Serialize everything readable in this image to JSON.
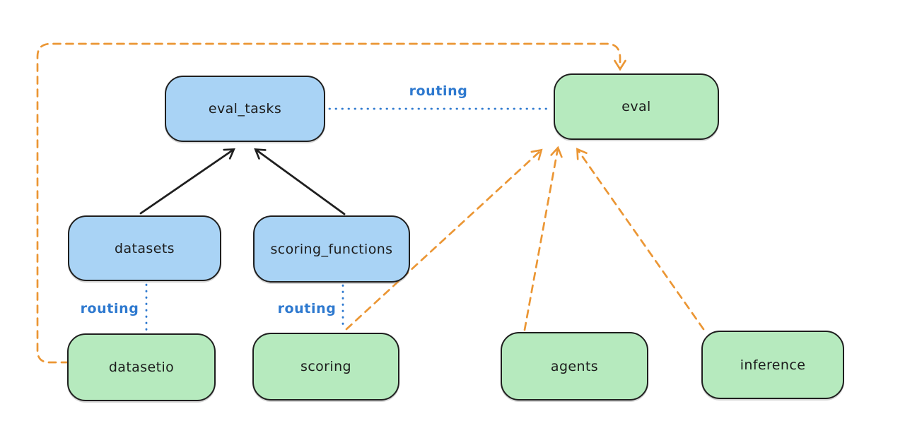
{
  "diagram": {
    "background_color": "#ffffff",
    "colors": {
      "node_border": "#1f1f1f",
      "blue_node_fill": "#a9d3f5",
      "green_node_fill": "#b6eabe",
      "solid_edge_color": "#1f1f1f",
      "dotted_edge_color": "#2e79cf",
      "dashed_edge_color": "#eb9634"
    },
    "nodes": [
      {
        "id": "eval_tasks",
        "label": "eval_tasks",
        "fill": "#a9d3f5"
      },
      {
        "id": "eval",
        "label": "eval",
        "fill": "#b6eabe"
      },
      {
        "id": "datasets",
        "label": "datasets",
        "fill": "#a9d3f5"
      },
      {
        "id": "scoring_functions",
        "label": "scoring_functions",
        "fill": "#a9d3f5"
      },
      {
        "id": "datasetio",
        "label": "datasetio",
        "fill": "#b6eabe"
      },
      {
        "id": "scoring",
        "label": "scoring",
        "fill": "#b6eabe"
      },
      {
        "id": "agents",
        "label": "agents",
        "fill": "#b6eabe"
      },
      {
        "id": "inference",
        "label": "inference",
        "fill": "#b6eabe"
      }
    ],
    "edges": [
      {
        "from": "datasets",
        "to": "eval_tasks",
        "style": "solid",
        "color": "#1f1f1f",
        "label": ""
      },
      {
        "from": "scoring_functions",
        "to": "eval_tasks",
        "style": "solid",
        "color": "#1f1f1f",
        "label": ""
      },
      {
        "from": "eval_tasks",
        "to": "eval",
        "style": "dotted",
        "color": "#2e79cf",
        "label": "routing"
      },
      {
        "from": "datasets",
        "to": "datasetio",
        "style": "dotted",
        "color": "#2e79cf",
        "label": "routing"
      },
      {
        "from": "scoring_functions",
        "to": "scoring",
        "style": "dotted",
        "color": "#2e79cf",
        "label": "routing"
      },
      {
        "from": "datasetio",
        "to": "eval",
        "style": "dashed",
        "color": "#eb9634",
        "label": ""
      },
      {
        "from": "scoring",
        "to": "eval",
        "style": "dashed",
        "color": "#eb9634",
        "label": ""
      },
      {
        "from": "agents",
        "to": "eval",
        "style": "dashed",
        "color": "#eb9634",
        "label": ""
      },
      {
        "from": "inference",
        "to": "eval",
        "style": "dashed",
        "color": "#eb9634",
        "label": ""
      }
    ]
  }
}
